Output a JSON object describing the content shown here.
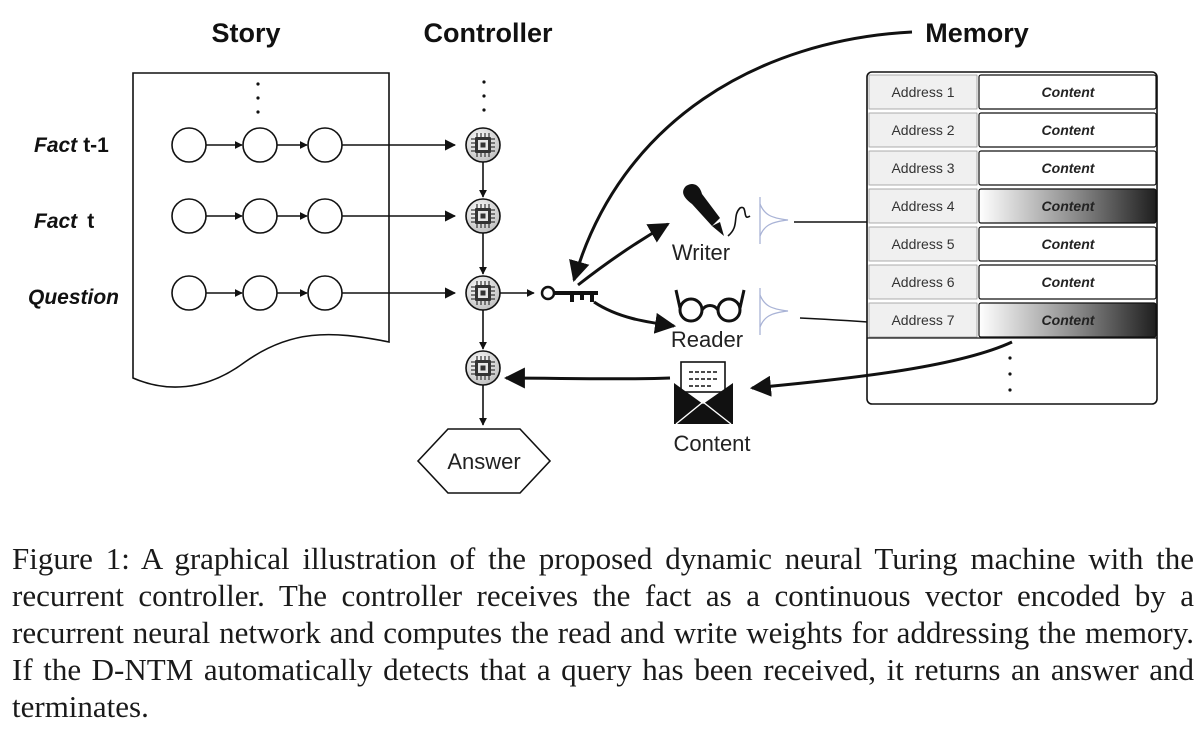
{
  "headers": {
    "story": "Story",
    "controller": "Controller",
    "memory": "Memory"
  },
  "rows": [
    {
      "label_italic": "Fact",
      "label_suffix": "t-1"
    },
    {
      "label_italic": "Fact",
      "label_suffix": "t"
    },
    {
      "label_italic": "Question",
      "label_suffix": ""
    }
  ],
  "ellipsis": ".\n.\n.",
  "writer_label": "Writer",
  "reader_label": "Reader",
  "content_label": "Content",
  "answer_label": "Answer",
  "memory_rows": [
    {
      "address": "Address 1",
      "content": "Content",
      "highlighted": false
    },
    {
      "address": "Address 2",
      "content": "Content",
      "highlighted": false
    },
    {
      "address": "Address 3",
      "content": "Content",
      "highlighted": false
    },
    {
      "address": "Address 4",
      "content": "Content",
      "highlighted": true
    },
    {
      "address": "Address 5",
      "content": "Content",
      "highlighted": false
    },
    {
      "address": "Address 6",
      "content": "Content",
      "highlighted": false
    },
    {
      "address": "Address 7",
      "content": "Content",
      "highlighted": true
    }
  ],
  "colors": {
    "ink": "#111111",
    "cell_bg": "#f0f0f0",
    "highlight_dark": "#2a2a2a"
  },
  "icons": [
    "chip-icon",
    "key-icon",
    "pen-icon",
    "glasses-icon",
    "envelope-icon",
    "attention-curve-icon"
  ],
  "caption": "Figure 1:  A graphical illustration of the proposed dynamic neural Turing machine with the recurrent controller. The controller receives the fact as a continuous vector encoded by a recurrent neural network and computes the read and write weights for addressing the memory. If the D-NTM automatically detects that a query has been received, it returns an answer and terminates."
}
